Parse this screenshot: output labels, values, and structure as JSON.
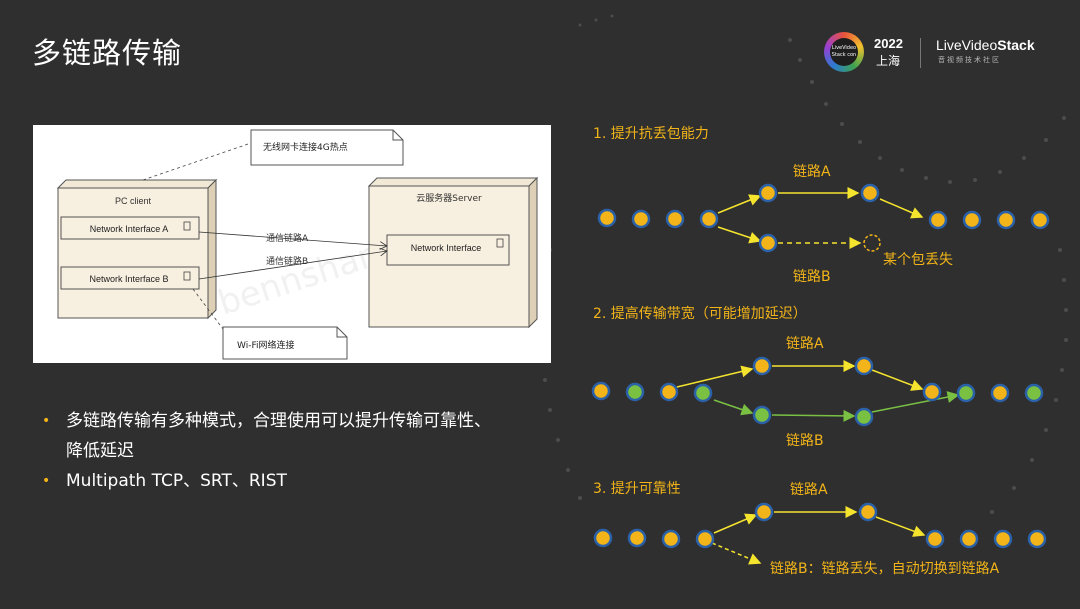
{
  "slide": {
    "title": "多链路传输",
    "bullets": [
      {
        "text": "多链路传输有多种模式，合理使用可以提升传输可靠性、"
      },
      {
        "text": "降低延迟"
      },
      {
        "text": "Multipath TCP、SRT、RIST"
      }
    ]
  },
  "logo": {
    "badge_text": "LiveVideo Stack con",
    "year": "2022",
    "city": "上海",
    "brand_prefix": "LiveVideo",
    "brand_suffix": "Stack",
    "tagline": "音视频技术社区"
  },
  "diagram": {
    "pc_client": "PC client",
    "interface_a": "Network Interface A",
    "interface_b": "Network Interface B",
    "server": "云服务器Server",
    "server_interface": "Network Interface",
    "note_top": "无线网卡连接4G热点",
    "note_bottom": "Wi-Fi网络连接",
    "link_a": "通信链路A",
    "link_b": "通信链路B",
    "watermark": "bennshang"
  },
  "flows": {
    "section1": {
      "heading": "1. 提升抗丢包能力",
      "link_a": "链路A",
      "link_b": "链路B",
      "loss": "某个包丢失"
    },
    "section2": {
      "heading": "2. 提高传输带宽（可能增加延迟）",
      "link_a": "链路A",
      "link_b": "链路B"
    },
    "section3": {
      "heading": "3. 提升可靠性",
      "link_a": "链路A",
      "link_b": "链路B：链路丢失，自动切换到链路A"
    }
  },
  "colors": {
    "background": "#2f2f30",
    "packet_yellow": "#f2b418",
    "packet_green": "#7ac143",
    "packet_border": "#2a61a8",
    "arrow_yellow": "#f5e42e",
    "arrow_green": "#7ac143"
  }
}
